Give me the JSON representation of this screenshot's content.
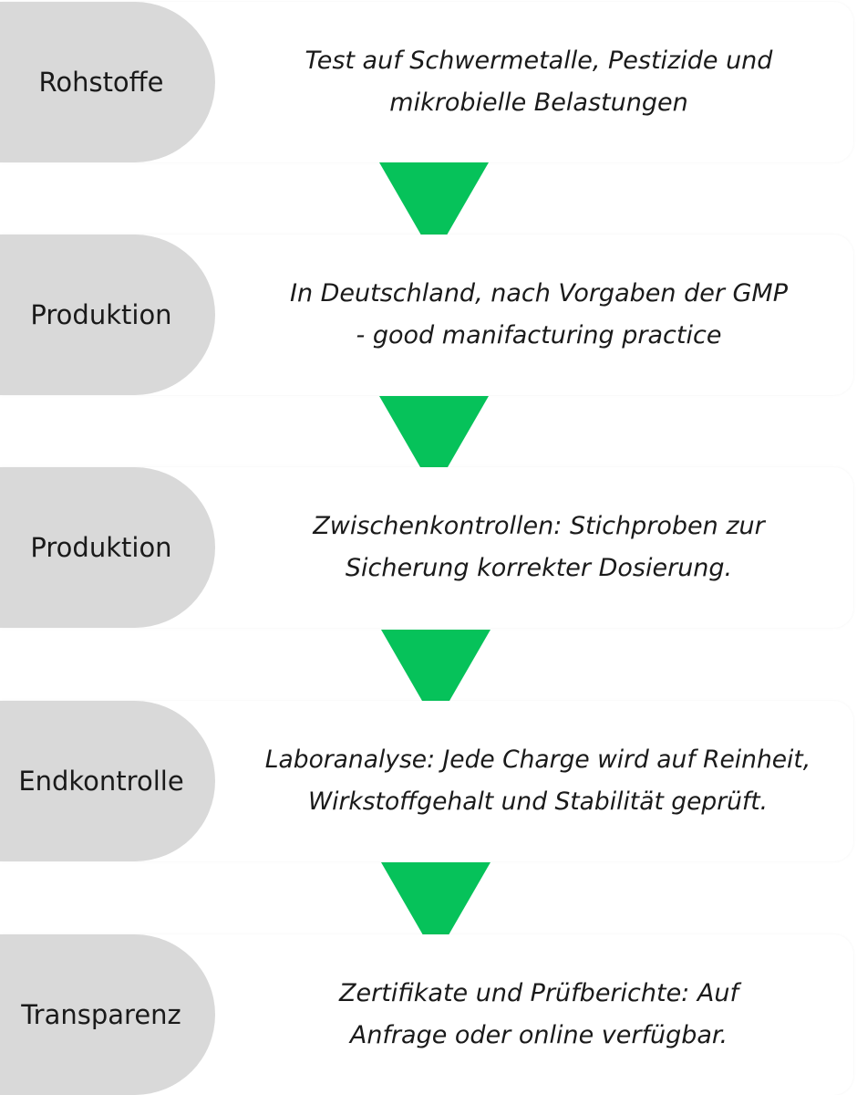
{
  "steps": [
    {
      "label": "Rohstoffe",
      "description": "Test auf  Schwermetalle, Pestizide und mikrobielle Belastungen"
    },
    {
      "label": "Produktion",
      "description": "In Deutschland, nach Vorgaben der GMP - good manifacturing practice"
    },
    {
      "label": "Produktion",
      "description": "Zwischenkontrollen: Stichproben zur Sicherung korrekter Dosierung."
    },
    {
      "label": "Endkontrolle",
      "description": "Laboranalyse: Jede Charge wird auf Reinheit, Wirkstoffgehalt und Stabilität geprüft."
    },
    {
      "label": "Transparenz",
      "description": "Zertifikate und Prüfberichte: Auf Anfrage oder online verfügbar."
    }
  ],
  "colors": {
    "label_fill": "#d9d9d9",
    "arrow": "#06c25a",
    "text": "#1a1a1a"
  }
}
